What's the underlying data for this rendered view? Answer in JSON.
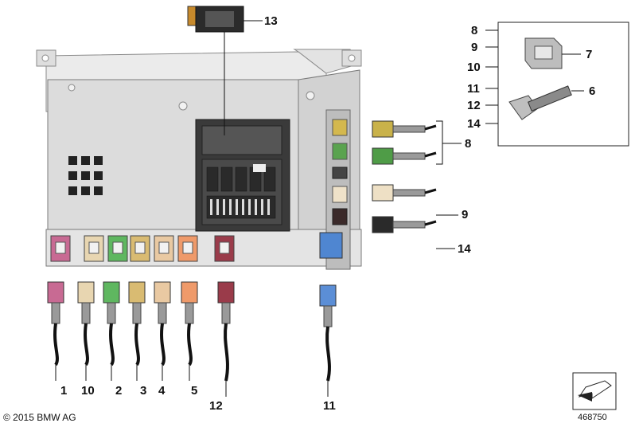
{
  "diagram": {
    "main_unit": {
      "slots": 6
    },
    "callouts_top": [
      "13"
    ],
    "callouts_right": [
      "8",
      "9",
      "14"
    ],
    "callouts_bottom": [
      "1",
      "10",
      "2",
      "3",
      "4",
      "5",
      "12",
      "11"
    ],
    "inset": {
      "labels_left": [
        "8",
        "9",
        "10",
        "11",
        "12",
        "14"
      ],
      "labels_right": [
        "7",
        "6"
      ]
    },
    "bottom_cables": [
      {
        "label": "1",
        "color": "#c86a93"
      },
      {
        "label": "10",
        "color": "#e8d6b1"
      },
      {
        "label": "2",
        "color": "#5fb760"
      },
      {
        "label": "3",
        "color": "#d9bb72"
      },
      {
        "label": "4",
        "color": "#e9c9a2"
      },
      {
        "label": "5",
        "color": "#ef9a6a"
      },
      {
        "label": "12",
        "color": "#9a3b4a"
      },
      {
        "label": "11",
        "color": "#5b8ed6"
      }
    ],
    "right_cables": [
      {
        "label": "8",
        "color": "#c9b24a"
      },
      {
        "label": "8",
        "color": "#4f9c47"
      },
      {
        "label": "9",
        "color": "#eee0c5"
      },
      {
        "label": "14",
        "color": "#2a2a2a"
      }
    ]
  },
  "footer": {
    "copyright": "© 2015 BMW AG",
    "image_id": "468750"
  }
}
